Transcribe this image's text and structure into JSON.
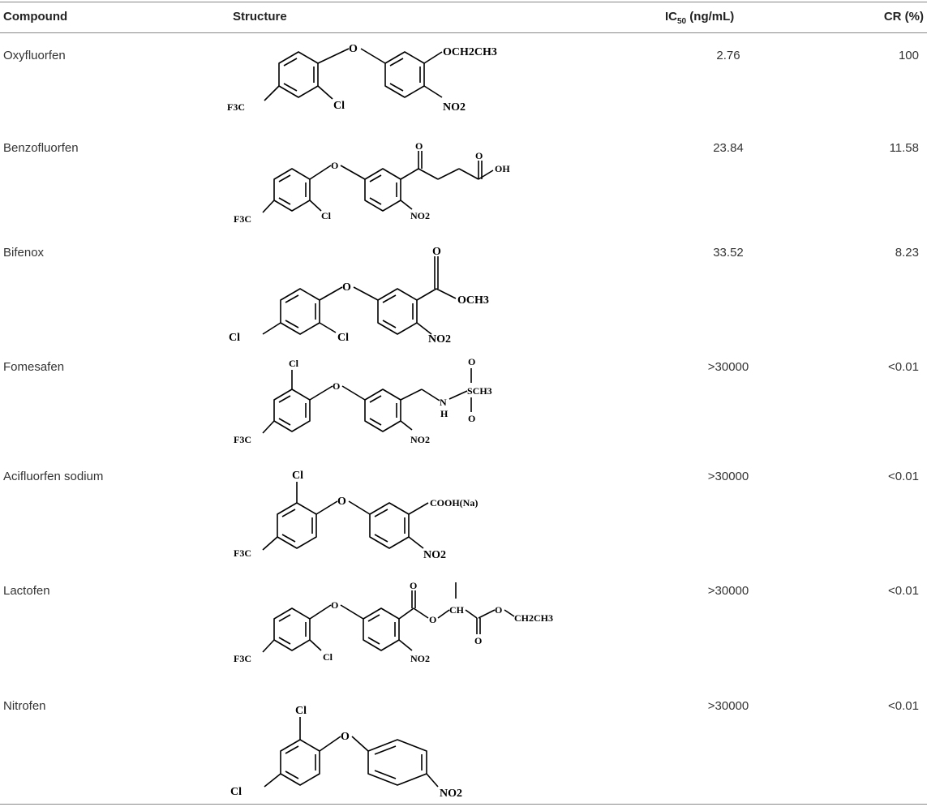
{
  "headers": {
    "compound": "Compound",
    "structure": "Structure",
    "ic50": "IC50 (ng/mL)",
    "ic50_main": "IC",
    "ic50_sub": "50",
    "ic50_unit": " (ng/mL)",
    "cr": "CR (%)"
  },
  "rows": [
    {
      "compound": "Oxyfluorfen",
      "ic50": "2.76",
      "cr": "100",
      "labels": {
        "o": "O",
        "r": "OCH2CH3",
        "lft": "F3C",
        "cl": "Cl",
        "no2": "NO2"
      }
    },
    {
      "compound": "Benzofluorfen",
      "ic50": "23.84",
      "cr": "11.58",
      "labels": {
        "o": "O",
        "ko": "O",
        "ao": "O",
        "oh": "OH",
        "lft": "F3C",
        "cl": "Cl",
        "no2": "NO2"
      }
    },
    {
      "compound": "Bifenox",
      "ic50": "33.52",
      "cr": "8.23",
      "labels": {
        "o": "O",
        "ko": "O",
        "och3": "OCH3",
        "lcl": "Cl",
        "cl": "Cl",
        "no2": "NO2"
      }
    },
    {
      "compound": "Fomesafen",
      "ic50": ">30000",
      "cr": "<0.01",
      "labels": {
        "o": "O",
        "cl": "Cl",
        "nh": "N",
        "h": "H",
        "s": "SCH3",
        "so1": "O",
        "so2": "O",
        "lft": "F3C",
        "no2": "NO2"
      }
    },
    {
      "compound": "Acifluorfen sodium",
      "ic50": ">30000",
      "cr": "<0.01",
      "labels": {
        "o": "O",
        "cl": "Cl",
        "cooh": "COOH(Na)",
        "lft": "F3C",
        "no2": "NO2"
      }
    },
    {
      "compound": "Lactofen",
      "ic50": ">30000",
      "cr": "<0.01",
      "labels": {
        "o": "O",
        "ko": "O",
        "eo": "O",
        "ch": "CH",
        "ko2": "O",
        "eo2": "O",
        "et": "CH2CH3",
        "lft": "F3C",
        "cl": "Cl",
        "no2": "NO2"
      }
    },
    {
      "compound": "Nitrofen",
      "ic50": ">30000",
      "cr": "<0.01",
      "labels": {
        "o": "O",
        "cl": "Cl",
        "lcl": "Cl",
        "no2": "NO2"
      }
    }
  ]
}
